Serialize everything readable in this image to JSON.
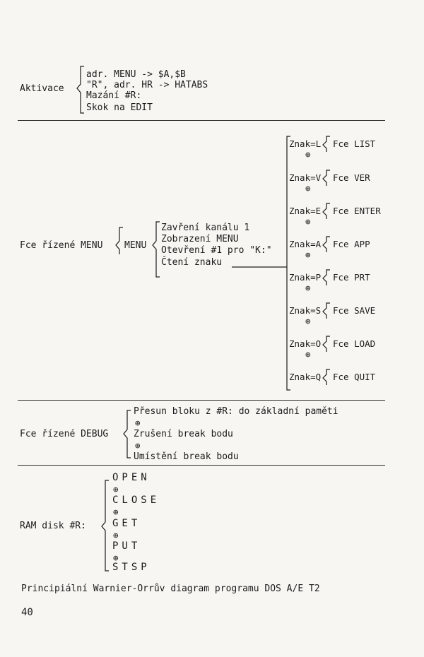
{
  "aktivace": {
    "label": "Aktivace",
    "items": [
      "adr. MENU    -> $A,$B",
      "\"R\", adr. HR -> HATABS",
      "Mazání #R:",
      "Skok na EDIT"
    ]
  },
  "menu": {
    "label": "Fce řízené MENU",
    "sub_label": "MENU",
    "items": [
      "Zavření kanálu 1",
      "Zobrazení MENU",
      "Otevření #1 pro \"K:\"",
      "Čtení znaku"
    ],
    "keys": [
      {
        "cond": "Znak=L",
        "fce": "Fce LIST"
      },
      {
        "cond": "Znak=V",
        "fce": "Fce VER"
      },
      {
        "cond": "Znak=E",
        "fce": "Fce ENTER"
      },
      {
        "cond": "Znak=A",
        "fce": "Fce APP"
      },
      {
        "cond": "Znak=P",
        "fce": "Fce PRT"
      },
      {
        "cond": "Znak=S",
        "fce": "Fce SAVE"
      },
      {
        "cond": "Znak=O",
        "fce": "Fce LOAD"
      },
      {
        "cond": "Znak=Q",
        "fce": "Fce QUIT"
      }
    ]
  },
  "xor_symbol": "⊕",
  "debug": {
    "label": "Fce řízené DEBUG",
    "items": [
      "Přesun bloku z #R: do základní paměti",
      "Zrušení break bodu",
      "Umístění break bodu"
    ]
  },
  "ramdisk": {
    "label": "RAM disk #R:",
    "items": [
      "OPEN",
      "CLOSE",
      "GET",
      "PUT",
      "STSP"
    ]
  },
  "caption": "Principiální Warnier-Orrův diagram programu DOS A/E T2",
  "page_number": "40"
}
